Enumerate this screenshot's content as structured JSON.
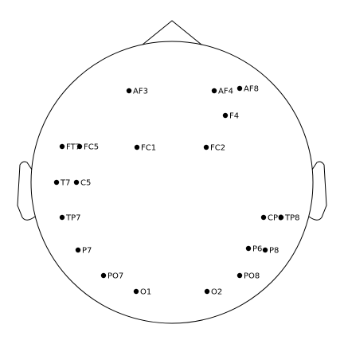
{
  "figure": {
    "type": "eeg-sensor-layout",
    "line_color": "#000000",
    "marker_color": "#000000",
    "background": "#ffffff"
  },
  "sensors": [
    {
      "name": "AF3"
    },
    {
      "name": "AF4"
    },
    {
      "name": "AF8"
    },
    {
      "name": "F4"
    },
    {
      "name": "FT7"
    },
    {
      "name": "FC5"
    },
    {
      "name": "FC1"
    },
    {
      "name": "FC2"
    },
    {
      "name": "T7"
    },
    {
      "name": "C5"
    },
    {
      "name": "TP7"
    },
    {
      "name": "CP6"
    },
    {
      "name": "TP8"
    },
    {
      "name": "P7"
    },
    {
      "name": "P6"
    },
    {
      "name": "P8"
    },
    {
      "name": "PO7"
    },
    {
      "name": "PO8"
    },
    {
      "name": "O1"
    },
    {
      "name": "O2"
    }
  ]
}
